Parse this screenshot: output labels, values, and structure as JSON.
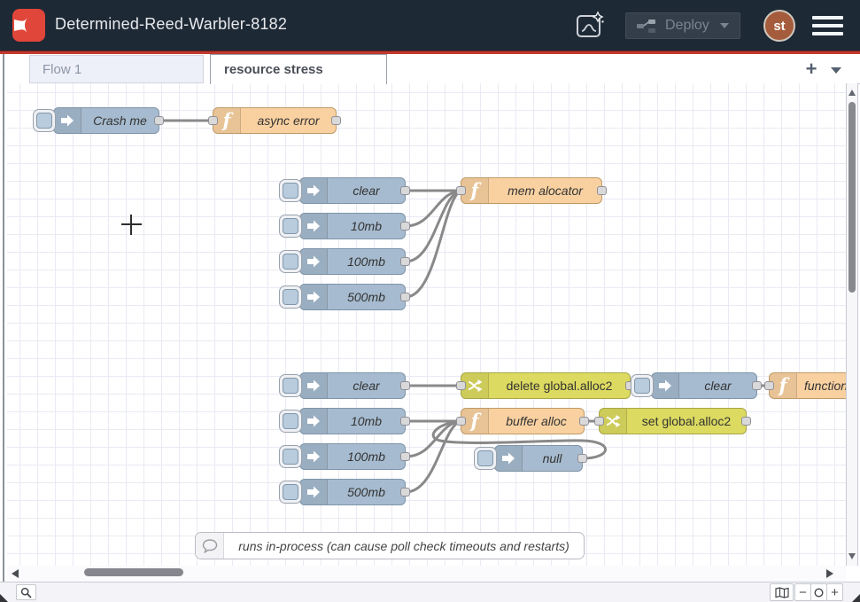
{
  "header": {
    "title": "Determined-Reed-Warbler-8182",
    "deploy": {
      "label": "Deploy",
      "enabled": false
    },
    "avatar": {
      "initials": "st"
    },
    "colors": {
      "bg": "#1e2936",
      "accent_red": "#c2392f",
      "logo_red": "#e04639",
      "avatar_bg": "#a55c3c"
    }
  },
  "tabs": {
    "items": [
      {
        "label": "Flow 1",
        "active": false
      },
      {
        "label": "resource stress",
        "active": true
      }
    ],
    "add_label": "+"
  },
  "canvas": {
    "colors": {
      "inject": "#a6bbcf",
      "function": "#f9d1a1",
      "change": "#dcda60",
      "comment": "#ffffff",
      "wire": "#898989",
      "grid": "#e9eaf3"
    },
    "nodes": [
      {
        "type": "inject",
        "label": "Crash me"
      },
      {
        "type": "function",
        "label": "async error"
      },
      {
        "type": "inject",
        "label": "clear"
      },
      {
        "type": "inject",
        "label": "10mb"
      },
      {
        "type": "inject",
        "label": "100mb"
      },
      {
        "type": "inject",
        "label": "500mb"
      },
      {
        "type": "function",
        "label": "mem alocator"
      },
      {
        "type": "inject",
        "label": "clear"
      },
      {
        "type": "inject",
        "label": "10mb"
      },
      {
        "type": "inject",
        "label": "100mb"
      },
      {
        "type": "inject",
        "label": "500mb"
      },
      {
        "type": "change",
        "label": "delete global.alloc2"
      },
      {
        "type": "function",
        "label": "buffer alloc"
      },
      {
        "type": "change",
        "label": "set global.alloc2"
      },
      {
        "type": "inject",
        "label": "null"
      },
      {
        "type": "inject",
        "label": "clear"
      },
      {
        "type": "function",
        "label": "function"
      },
      {
        "type": "comment",
        "label": "runs in-process (can cause poll check timeouts and restarts)"
      }
    ],
    "connections": [
      {
        "from": 0,
        "to": 1
      },
      {
        "from": 2,
        "to": 6
      },
      {
        "from": 3,
        "to": 6
      },
      {
        "from": 4,
        "to": 6
      },
      {
        "from": 5,
        "to": 6
      },
      {
        "from": 7,
        "to": 11
      },
      {
        "from": 8,
        "to": 12
      },
      {
        "from": 9,
        "to": 12
      },
      {
        "from": 10,
        "to": 12
      },
      {
        "from": 14,
        "to": 12
      },
      {
        "from": 12,
        "to": 13
      },
      {
        "from": 15,
        "to": 16
      }
    ]
  },
  "footer": {
    "zoom_out_label": "−",
    "zoom_in_label": "+",
    "icons": [
      "search-icon",
      "map-icon",
      "zoom-reset-icon"
    ]
  }
}
